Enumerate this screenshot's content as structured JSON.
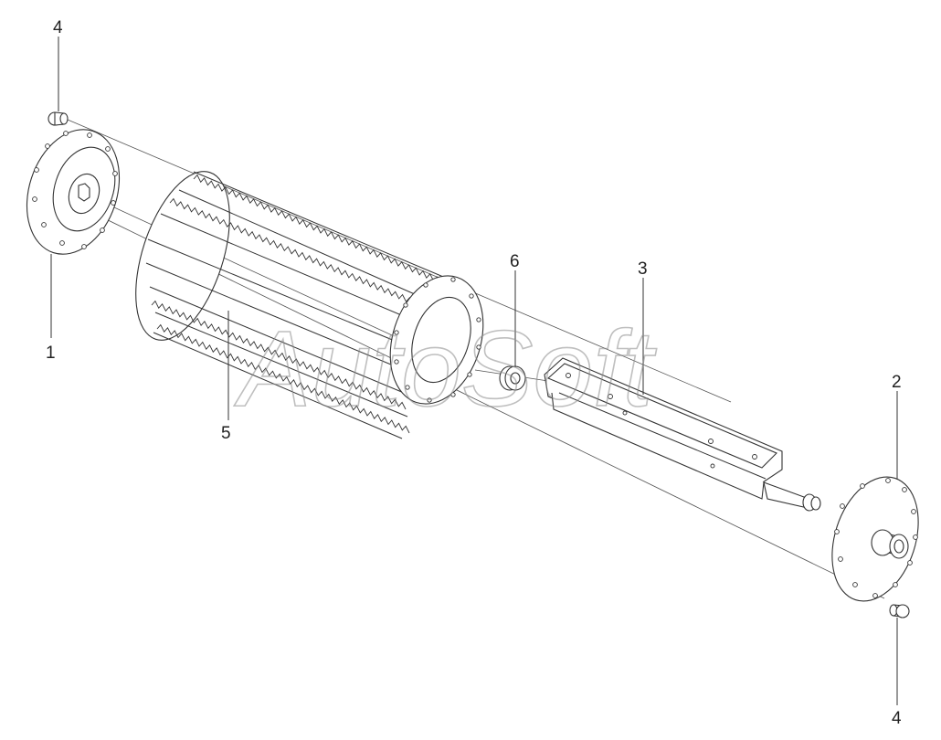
{
  "diagram": {
    "watermark": "AutoSoft",
    "callouts": [
      {
        "id": "c1",
        "label": "1",
        "part": "flange-plate-left"
      },
      {
        "id": "c2",
        "label": "2",
        "part": "flange-plate-right"
      },
      {
        "id": "c3",
        "label": "3",
        "part": "shaft"
      },
      {
        "id": "c4a",
        "label": "4",
        "part": "bolt-top-left"
      },
      {
        "id": "c4b",
        "label": "4",
        "part": "bolt-bottom-right"
      },
      {
        "id": "c5",
        "label": "5",
        "part": "toothed-drum"
      },
      {
        "id": "c6",
        "label": "6",
        "part": "bushing"
      }
    ]
  }
}
